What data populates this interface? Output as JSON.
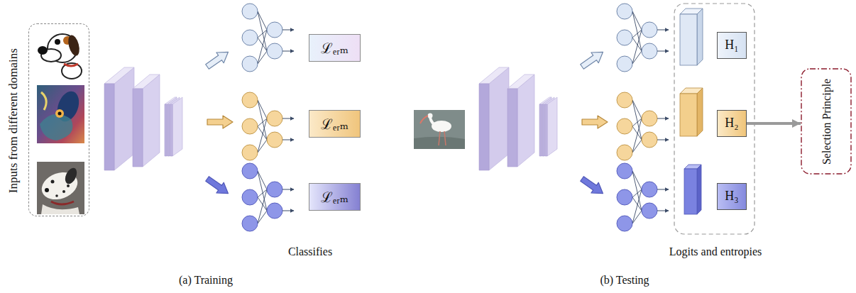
{
  "diagram": {
    "nodes": [
      {
        "text": [
          "Inputs from different domains"
        ]
      },
      {
        "text": [
          "ℒₑᵣₘ"
        ]
      },
      {
        "text": [
          "ℒₑᵣₘ"
        ]
      },
      {
        "text": [
          "ℒₑᵣₘ"
        ]
      },
      {
        "text": [
          "H₁"
        ]
      },
      {
        "text": [
          "H₂"
        ]
      },
      {
        "text": [
          "H₃"
        ]
      },
      {
        "text": [
          "Selection Principle"
        ]
      }
    ],
    "edges": [
      {
        "from": 5,
        "to": 7,
        "arrow": "to"
      }
    ],
    "labels": [
      "Classifies",
      "(a) Training",
      "Logits and entropies",
      "(b) Testing"
    ]
  }
}
